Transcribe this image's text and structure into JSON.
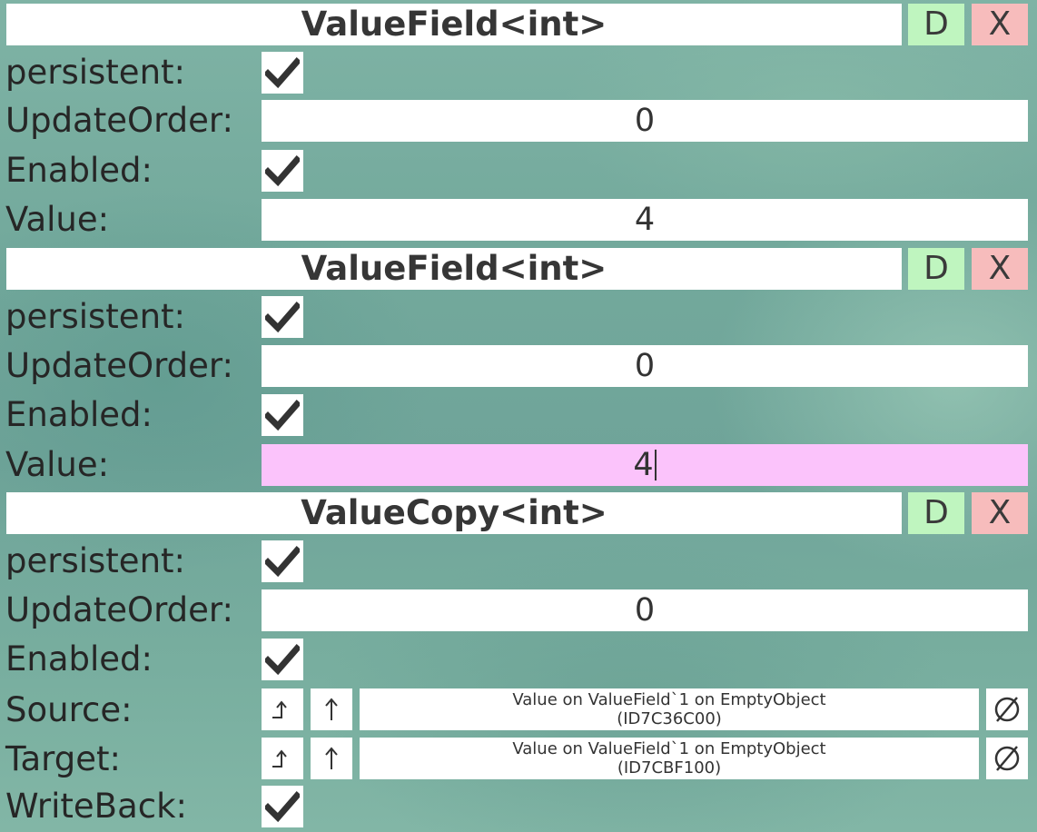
{
  "components": [
    {
      "title": "ValueField<int>",
      "duplicate_label": "D",
      "remove_label": "X",
      "persistent_label": "persistent:",
      "update_order_label": "UpdateOrder:",
      "update_order_value": "0",
      "enabled_label": "Enabled:",
      "value_label": "Value:",
      "value": "4"
    },
    {
      "title": "ValueField<int>",
      "duplicate_label": "D",
      "remove_label": "X",
      "persistent_label": "persistent:",
      "update_order_label": "UpdateOrder:",
      "update_order_value": "0",
      "enabled_label": "Enabled:",
      "value_label": "Value:",
      "value": "4"
    },
    {
      "title": "ValueCopy<int>",
      "duplicate_label": "D",
      "remove_label": "X",
      "persistent_label": "persistent:",
      "update_order_label": "UpdateOrder:",
      "update_order_value": "0",
      "enabled_label": "Enabled:",
      "source_label": "Source:",
      "source_line1": "Value on ValueField`1 on EmptyObject",
      "source_line2": "(ID7C36C00)",
      "target_label": "Target:",
      "target_line1": "Value on ValueField`1 on EmptyObject",
      "target_line2": "(ID7CBF100)",
      "writeback_label": "WriteBack:"
    }
  ],
  "checkbox_state": {
    "persistent": true,
    "enabled": true,
    "writeback": true
  },
  "colors": {
    "duplicate_button": "#bff5bf",
    "remove_button": "#f7bcbc",
    "focused_field": "#fbc3fb",
    "field_background": "#ffffff"
  },
  "icons": {
    "checkbox": "checkmark-icon",
    "open_reference": "corner-up-arrow-icon",
    "jump_to_reference": "up-arrow-icon",
    "clear_reference": "null-symbol-icon"
  }
}
